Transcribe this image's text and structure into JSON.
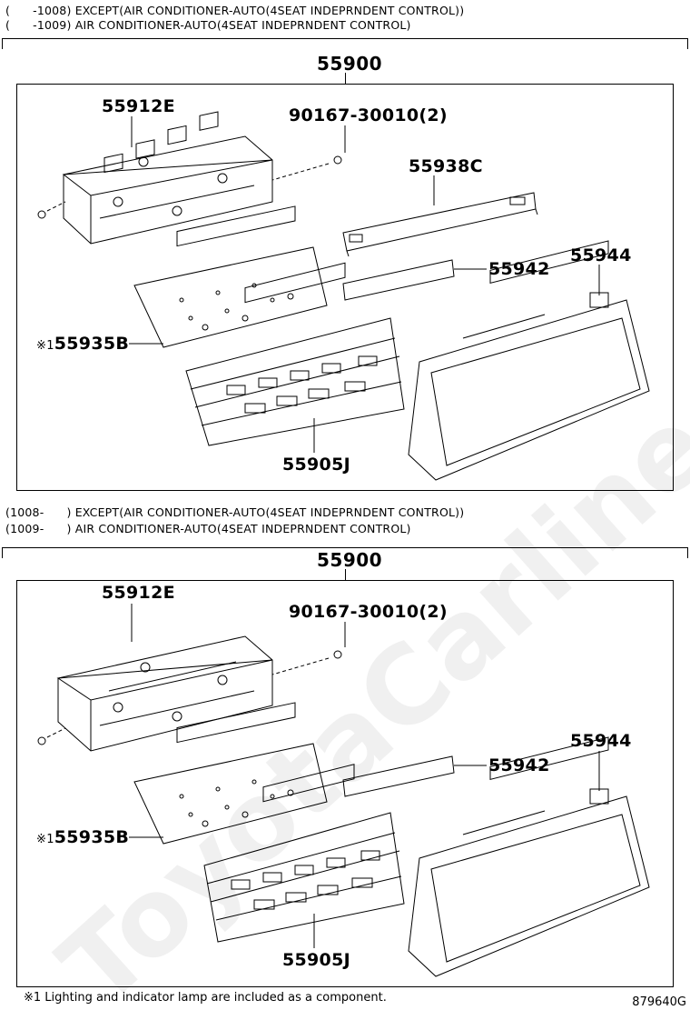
{
  "sections": [
    {
      "applicability": [
        "(      -1008) EXCEPT(AIR CONDITIONER-AUTO(4SEAT INDEPRNDENT CONTROL))",
        "(      -1009) AIR CONDITIONER-AUTO(4SEAT INDEPRNDENT CONTROL)"
      ],
      "assembly": "55900",
      "parts": {
        "panel_sub": "55912E",
        "screw": "90167-30010(2)",
        "plate": "55938C",
        "strip": "55942",
        "bezel": "55944",
        "board_mark": "※1",
        "board": "55935B",
        "control": "55905J"
      }
    },
    {
      "applicability": [
        "(1008-      ) EXCEPT(AIR CONDITIONER-AUTO(4SEAT INDEPRNDENT CONTROL))",
        "(1009-      ) AIR CONDITIONER-AUTO(4SEAT INDEPRNDENT CONTROL)"
      ],
      "assembly": "55900",
      "parts": {
        "panel_sub": "55912E",
        "screw": "90167-30010(2)",
        "strip": "55942",
        "bezel": "55944",
        "board_mark": "※1",
        "board": "55935B",
        "control": "55905J"
      }
    }
  ],
  "footnote": "※1 Lighting and indicator lamp are included as a component.",
  "figure_id": "879640G",
  "watermark": "ToyotaCarline.ru"
}
